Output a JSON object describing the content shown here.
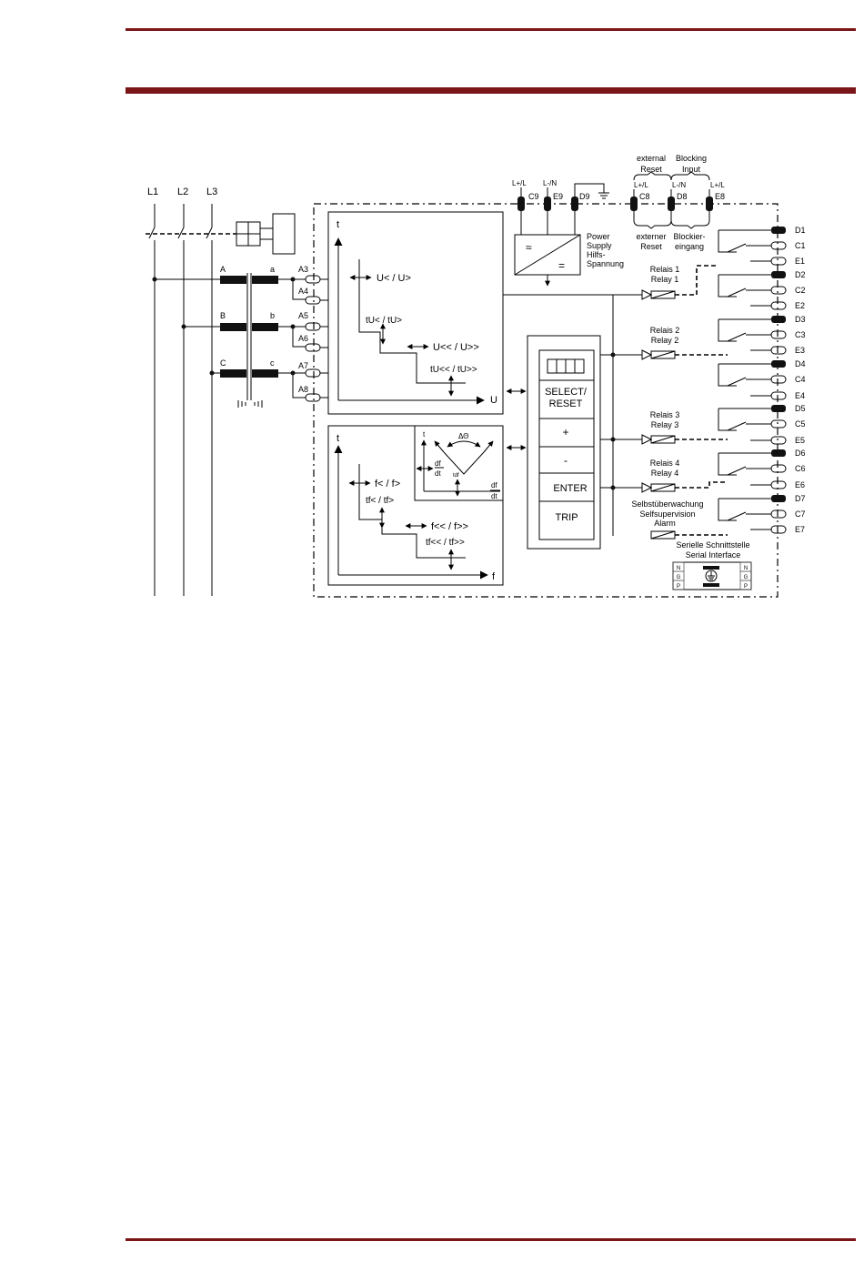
{
  "colors": {
    "rule": "#7a1518",
    "ink": "#000000"
  },
  "lines": {
    "l1": "L1",
    "l2": "L2",
    "l3": "L3"
  },
  "ct": {
    "A": "A",
    "a": "a",
    "B": "B",
    "b": "b",
    "C": "C",
    "c": "c"
  },
  "voltage_terminals": [
    "A3",
    "A4",
    "A5",
    "A6",
    "A7",
    "A8"
  ],
  "voltage_block": {
    "axis_t": "t",
    "axis_u": "U",
    "stage1": "U< / U>",
    "time1": "tU< / tU>",
    "stage2": "U<< / U>>",
    "time2": "tU<< / tU>>"
  },
  "freq_block": {
    "axis_t": "t",
    "axis_f": "f",
    "stage1": "f< / f>",
    "time1": "tf< / tf>",
    "stage2": "f<< / f>>",
    "time2": "tf<< / tf>>",
    "inset_t": "t",
    "inset_df_top": "df",
    "inset_dt": "dt",
    "inset_tdf": "tdf",
    "delta": "ΔΘ",
    "inset_df_right": "df",
    "inset_dt_right": "dt"
  },
  "power": {
    "lp": "L+/L",
    "ln": "L-/N",
    "c9": "C9",
    "e9": "E9",
    "d9": "D9",
    "title": "Power Supply Hilfs- Spannung",
    "title_lines": [
      "Power",
      "Supply",
      "Hilfs-",
      "Spannung"
    ],
    "ac": "≈",
    "dc": "="
  },
  "inputs": {
    "ext_reset_en": "external Reset",
    "ext_reset_en_lines": [
      "external",
      "Reset"
    ],
    "blocking_en_lines": [
      "Blocking",
      "Input"
    ],
    "lp": "L+/L",
    "ln": "L-/N",
    "lp2": "L+/L",
    "c8": "C8",
    "d8": "D8",
    "e8": "E8",
    "ext_reset_de_lines": [
      "externer",
      "Reset"
    ],
    "blocking_de_lines": [
      "Blockier-",
      "eingang"
    ]
  },
  "keypad": [
    "SELECT/",
    "RESET",
    "+",
    "-",
    "ENTER",
    "TRIP"
  ],
  "relays": [
    {
      "de": "Relais 1",
      "en": "Relay 1"
    },
    {
      "de": "Relais 2",
      "en": "Relay 2"
    },
    {
      "de": "Relais 3",
      "en": "Relay 3"
    },
    {
      "de": "Relais 4",
      "en": "Relay 4"
    }
  ],
  "selfsupervision": [
    "Selbstüberwachung",
    "Selfsupervision",
    "Alarm"
  ],
  "serial": [
    "Serielle Schnittstelle",
    "Serial Interface"
  ],
  "serial_pins": [
    "N",
    "G",
    "P"
  ],
  "output_terminals": [
    "D1",
    "C1",
    "E1",
    "D2",
    "C2",
    "E2",
    "D3",
    "C3",
    "E3",
    "D4",
    "C4",
    "E4",
    "D5",
    "C5",
    "E5",
    "D6",
    "C6",
    "E6",
    "D7",
    "C7",
    "E7"
  ]
}
